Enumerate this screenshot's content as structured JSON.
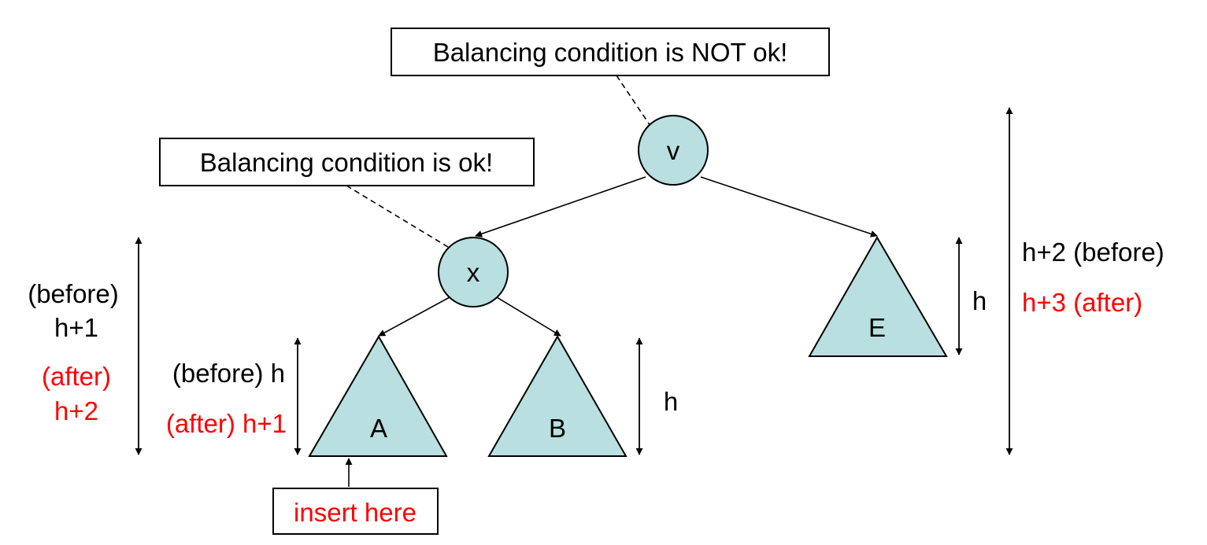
{
  "callouts": {
    "root_note": "Balancing condition is NOT ok!",
    "child_note": "Balancing condition is ok!",
    "insert_note": "insert here"
  },
  "nodes": {
    "root": "v",
    "child": "x"
  },
  "subtrees": {
    "left_left": "A",
    "left_right": "B",
    "right": "E"
  },
  "heights": {
    "x_before_label": "(before)",
    "x_before_value": "h+1",
    "x_after_label": "(after)",
    "x_after_value": "h+2",
    "a_before": "(before) h",
    "a_after": "(after) h+1",
    "b_height": "h",
    "e_height": "h",
    "v_before": "h+2 (before)",
    "v_after": "h+3 (after)"
  },
  "colors": {
    "node_fill": "#b9dfe0",
    "highlight_text": "#ff0000",
    "normal_text": "#000000"
  }
}
